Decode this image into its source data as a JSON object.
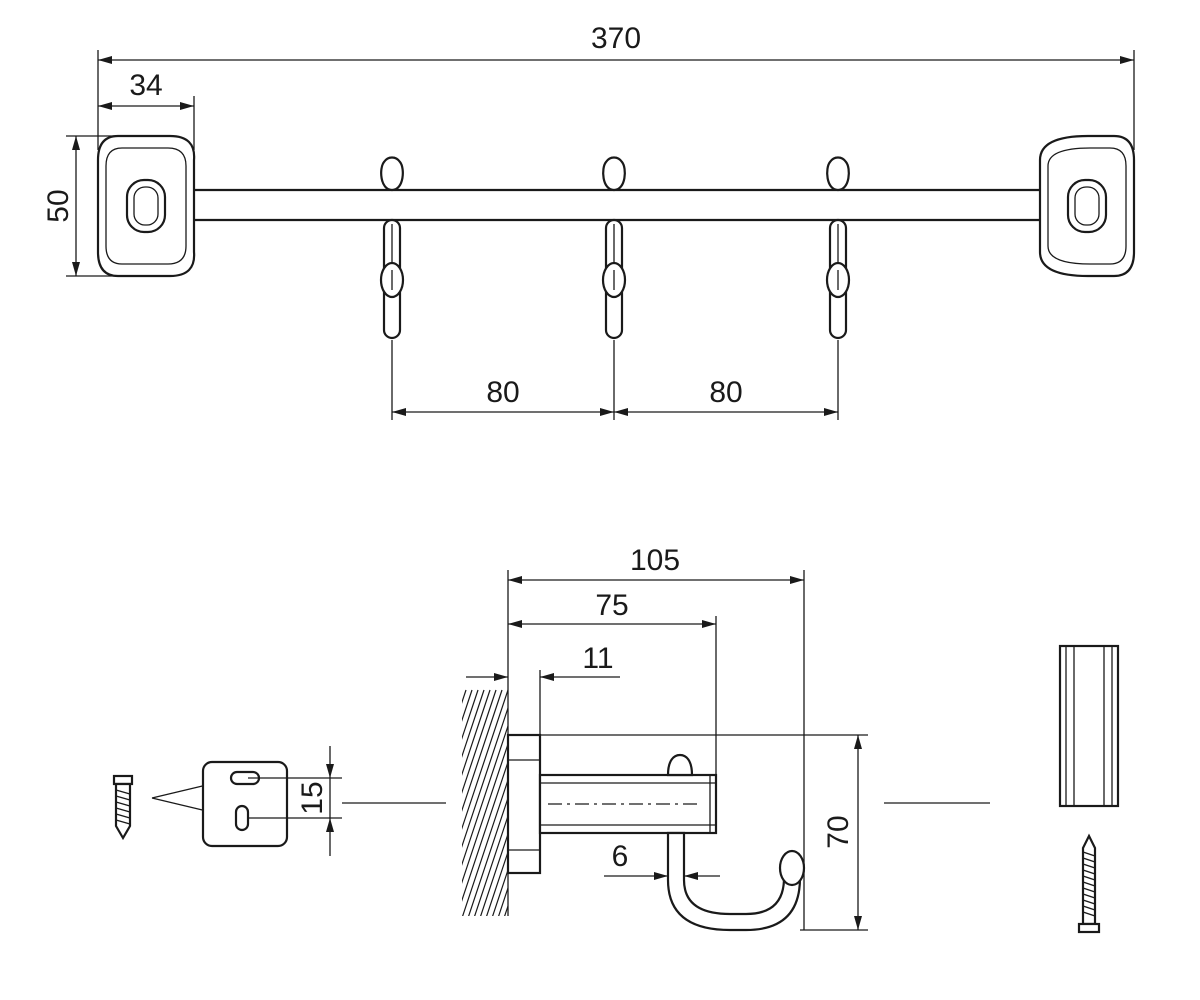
{
  "drawing": {
    "colors": {
      "line": "#1a1a1a",
      "background": "#ffffff"
    },
    "front_view": {
      "overall_length": "370",
      "bracket_width": "34",
      "height": "50",
      "hook_spacing_left": "80",
      "hook_spacing_right": "80"
    },
    "side_view": {
      "overall_depth": "105",
      "bar_depth": "75",
      "base_thickness": "11",
      "height": "70",
      "hook_offset": "6"
    },
    "mounting_plate": {
      "slot_spacing": "15"
    }
  }
}
